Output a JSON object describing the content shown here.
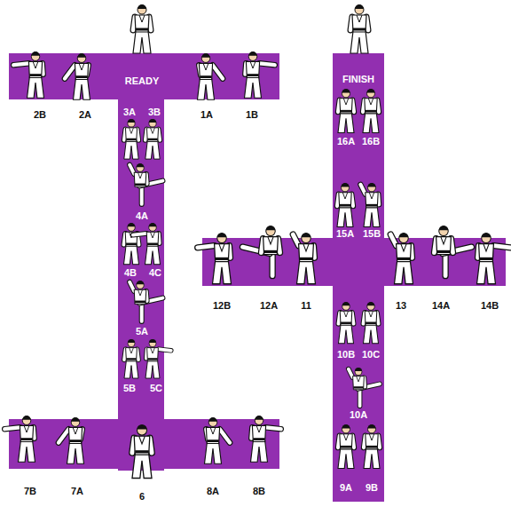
{
  "diagram": {
    "labels": [
      "READY",
      "FINISH",
      "2B",
      "2A",
      "1A",
      "1B",
      "3A",
      "3B",
      "16A",
      "16B",
      "4A",
      "15A",
      "15B",
      "4B",
      "4C",
      "12B",
      "12A",
      "11",
      "13",
      "14A",
      "14B",
      "10B",
      "10C",
      "5A",
      "10A",
      "5B",
      "5C",
      "7B",
      "7A",
      "8A",
      "8B",
      "9A",
      "9B",
      "6"
    ]
  }
}
